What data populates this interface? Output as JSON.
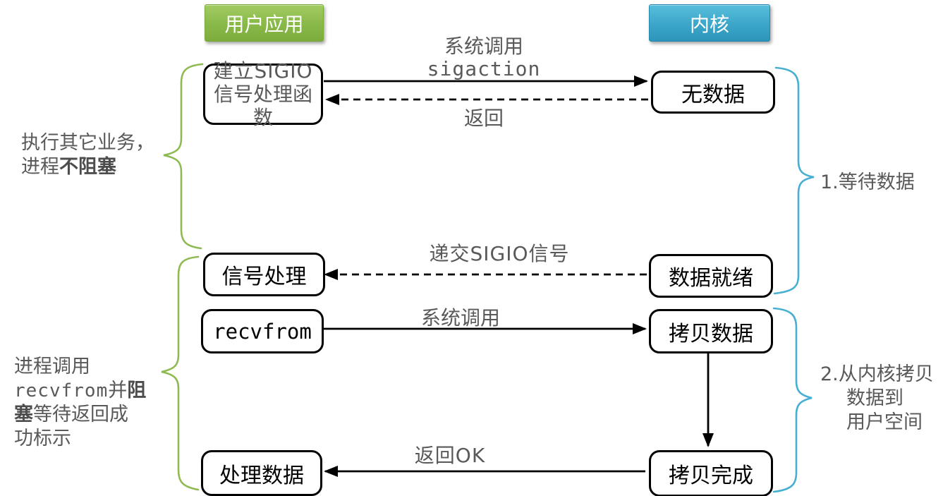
{
  "headers": {
    "user_app": "用户应用",
    "kernel": "内核"
  },
  "user_column": {
    "setup_sigio_line1": "建立SIGIO",
    "setup_sigio_line2": "信号处理函",
    "setup_sigio_line3": "数",
    "signal_handler": "信号处理",
    "recvfrom": "recvfrom",
    "process_data": "处理数据"
  },
  "kernel_column": {
    "no_data": "无数据",
    "data_ready": "数据就绪",
    "copy_data": "拷贝数据",
    "copy_done": "拷贝完成"
  },
  "arrow_labels": {
    "syscall_line1": "系统调用",
    "syscall_line2": "sigaction",
    "return_label": "返回",
    "deliver_sigio": "递交SIGIO信号",
    "syscall2": "系统调用",
    "return_ok": "返回OK"
  },
  "annotations": {
    "nonblocking_lines": [
      [
        {
          "t": "执行其它业务，"
        }
      ],
      [
        {
          "t": "进程"
        },
        {
          "t": "不阻塞",
          "b": 1
        }
      ]
    ],
    "blocking_lines": [
      [
        {
          "t": "进程调用"
        }
      ],
      [
        {
          "t": "recvfrom",
          "m": 1
        },
        {
          "t": "并"
        },
        {
          "t": "阻",
          "b": 1
        }
      ],
      [
        {
          "t": "塞",
          "b": 1
        },
        {
          "t": "等待返回成"
        }
      ],
      [
        {
          "t": "功标示"
        }
      ]
    ],
    "wait_data": "1.等待数据",
    "copy_kernel_lines": [
      [
        {
          "t": "2.从内核拷贝"
        }
      ],
      [
        {
          "t": "数据到",
          "i": 1
        }
      ],
      [
        {
          "t": "用户空间",
          "i": 1
        }
      ]
    ]
  },
  "colors": {
    "header_green": "#8aba4a",
    "header_blue": "#35a0c6",
    "brace_green": "#8fba52",
    "brace_blue": "#46afd2",
    "text_gray": "#595959",
    "line_black": "#000000"
  }
}
